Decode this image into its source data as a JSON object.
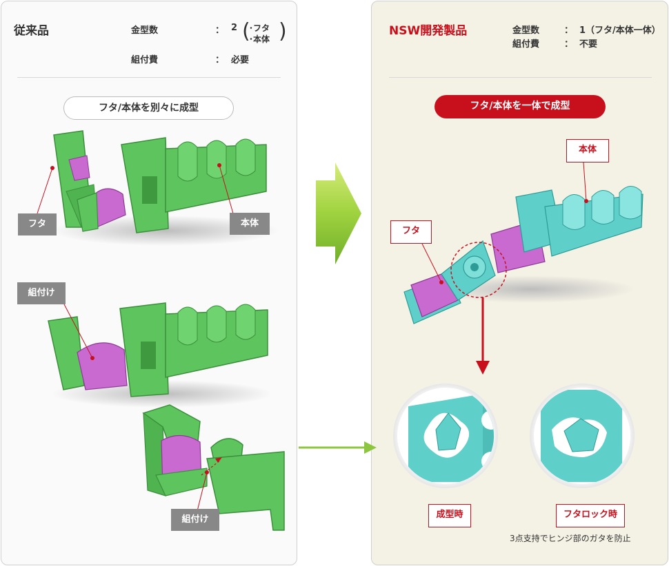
{
  "left": {
    "title": "従来品",
    "mold_label": "金型数",
    "mold_colon": "：",
    "mold_value": "2",
    "mold_item1": "･フタ",
    "mold_item2": "･本体",
    "assembly_label": "組付費",
    "assembly_colon": "：",
    "assembly_value": "必要",
    "method": "フタ/本体を別々に成型",
    "label_futa": "フタ",
    "label_hontai": "本体",
    "label_assembly_1": "組付け",
    "label_assembly_2": "組付け"
  },
  "right": {
    "title": "NSW開発製品",
    "mold_label": "金型数",
    "mold_colon": "：",
    "mold_value": "1（フタ/本体一体）",
    "assembly_label": "組付費",
    "assembly_colon": "：",
    "assembly_value": "不要",
    "method": "フタ/本体を一体で成型",
    "label_hontai": "本体",
    "label_futa": "フタ",
    "label_molding": "成型時",
    "label_locked": "フタロック時",
    "note": "3点支持でヒンジ部のガタを防止"
  },
  "colors": {
    "accent_red": "#c8101d",
    "conventional_green": "#5ec45e",
    "hinge_magenta": "#c86ad0",
    "nsw_teal": "#5fcfc9",
    "arrow_green": "#8cc63e",
    "label_gray": "#888888"
  }
}
